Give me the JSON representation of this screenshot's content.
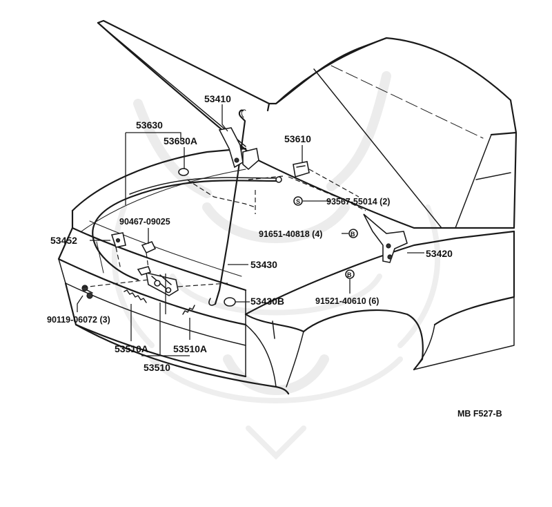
{
  "diagram": {
    "labels": {
      "l53410": "53410",
      "l53630": "53630",
      "l53630A": "53630A",
      "l53610": "53610",
      "l93567": "93567-55014 (2)",
      "l90467": "90467-09025",
      "l53452": "53452",
      "l91651": "91651-40818 (4)",
      "l53420": "53420",
      "l53430": "53430",
      "l53430B": "53430B",
      "l91521": "91521-40610 (6)",
      "l90119": "90119-06072 (3)",
      "l53510A_left": "53510A",
      "l53510A_right": "53510A",
      "l53510": "53510"
    },
    "code": "MB F527-B"
  },
  "colors": {
    "line": "#1a1a1a",
    "background": "#ffffff",
    "watermark": "#ececec"
  }
}
